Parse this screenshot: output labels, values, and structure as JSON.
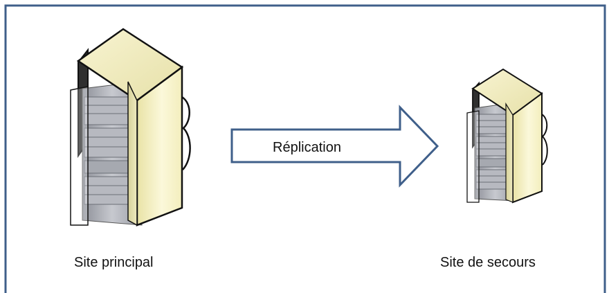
{
  "diagram": {
    "arrow_label": "Réplication",
    "primary_site_label": "Site principal",
    "backup_site_label": "Site de secours"
  },
  "colors": {
    "frame": "#3f5f8a",
    "arrow_stroke": "#3f5f8a",
    "cabinet_face": "#f6f1c4",
    "cabinet_outline": "#111111",
    "rack_grey": "#9ea1a8"
  }
}
